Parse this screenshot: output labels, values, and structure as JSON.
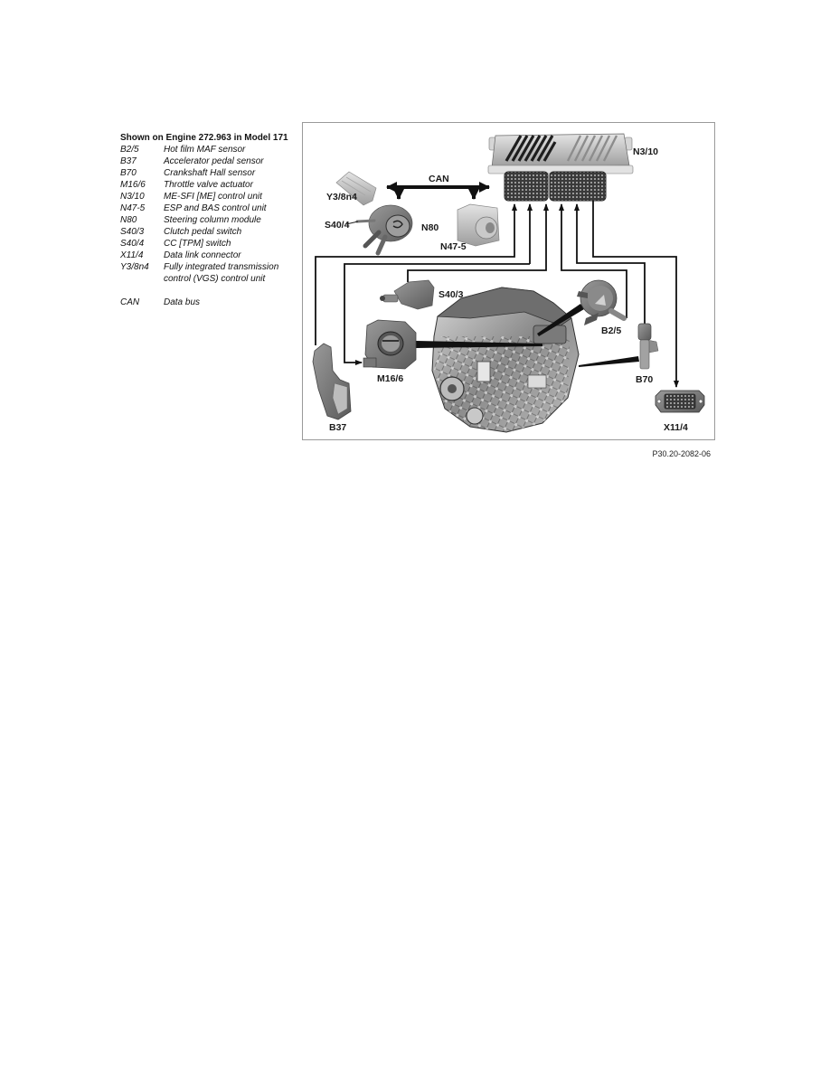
{
  "legend": {
    "title": "Shown on Engine 272.963 in Model 171",
    "items": [
      {
        "code": "B2/5",
        "desc": "Hot film MAF sensor"
      },
      {
        "code": "B37",
        "desc": "Accelerator pedal sensor"
      },
      {
        "code": "B70",
        "desc": "Crankshaft Hall sensor"
      },
      {
        "code": "M16/6",
        "desc": "Throttle valve actuator"
      },
      {
        "code": "N3/10",
        "desc": "ME-SFI [ME] control unit"
      },
      {
        "code": "N47-5",
        "desc": "ESP and BAS control unit"
      },
      {
        "code": "N80",
        "desc": "Steering column module"
      },
      {
        "code": "S40/3",
        "desc": "Clutch pedal switch"
      },
      {
        "code": "S40/4",
        "desc": "CC [TPM] switch"
      },
      {
        "code": "X11/4",
        "desc": "Data link connector"
      },
      {
        "code": "Y3/8n4",
        "desc": "Fully integrated transmission",
        "desc_line2": "control (VGS) control unit"
      }
    ],
    "can": {
      "code": "CAN",
      "desc": "Data bus"
    }
  },
  "diagram": {
    "labels": {
      "n3_10": "N3/10",
      "y3_8n4": "Y3/8n4",
      "can": "CAN",
      "s40_4": "S40/4",
      "n80": "N80",
      "n47_5": "N47-5",
      "s40_3": "S40/3",
      "m16_6": "M16/6",
      "b2_5": "B2/5",
      "b70": "B70",
      "b37": "B37",
      "x11_4": "X11/4"
    },
    "colors": {
      "line": "#111111",
      "component_fill": "#b8b8b8",
      "component_dark": "#555555",
      "frame": "#9a9a9a"
    }
  },
  "figure_id": "P30.20-2082-06"
}
